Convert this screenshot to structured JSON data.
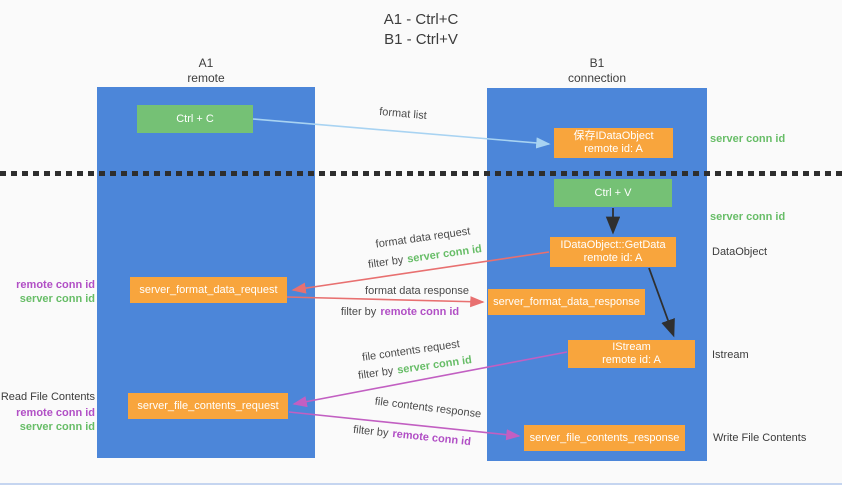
{
  "title": {
    "line1": "A1 - Ctrl+C",
    "line2": "B1 - Ctrl+V"
  },
  "lanes": {
    "left": {
      "name": "A1",
      "role": "remote"
    },
    "right": {
      "name": "B1",
      "role": "connection"
    }
  },
  "boxes": {
    "ctrl_c": {
      "label": "Ctrl + C"
    },
    "ctrl_v": {
      "label": "Ctrl + V"
    },
    "save_dataobject": {
      "line1": "保存IDataObject",
      "line2": "remote id: A"
    },
    "getdata": {
      "line1": "IDataObject::GetData",
      "line2": "remote id: A"
    },
    "istream": {
      "line1": "IStream",
      "line2": "remote id: A"
    },
    "format_request": {
      "label": "server_format_data_request"
    },
    "format_response": {
      "label": "server_format_data_response"
    },
    "file_request": {
      "label": "server_file_contents_request"
    },
    "file_response": {
      "label": "server_file_contents_response"
    }
  },
  "right_labels": {
    "server_conn_id_top": "server conn id",
    "server_conn_id_mid": "server conn id",
    "dataobject": "DataObject",
    "istream": "Istream",
    "write_file_contents": "Write File Contents"
  },
  "left_labels": {
    "remote_conn_id_1": "remote conn id",
    "server_conn_id_1": "server conn id",
    "read_file_contents": "Read File Contents",
    "remote_conn_id_2": "remote conn id",
    "server_conn_id_2": "server conn id"
  },
  "flow_labels": {
    "format_list": "format list",
    "format_data_request": "format data request",
    "format_data_response": "format data response",
    "file_contents_request": "file contents request",
    "file_contents_response": "file contents response",
    "filter_by": "filter by",
    "server_conn_id": "server conn id",
    "remote_conn_id": "remote conn id"
  },
  "colors": {
    "lane_blue": "#4c86d9",
    "box_green": "#75c175",
    "box_orange": "#f8a53d",
    "arrow_blue": "#a8d3f2",
    "arrow_red": "#e87070",
    "arrow_magenta": "#c25fc2",
    "arrow_black": "#2f2f2f",
    "text_green": "#67bd67",
    "text_purple": "#b14fc5",
    "text_dark": "#3c3c3c"
  }
}
